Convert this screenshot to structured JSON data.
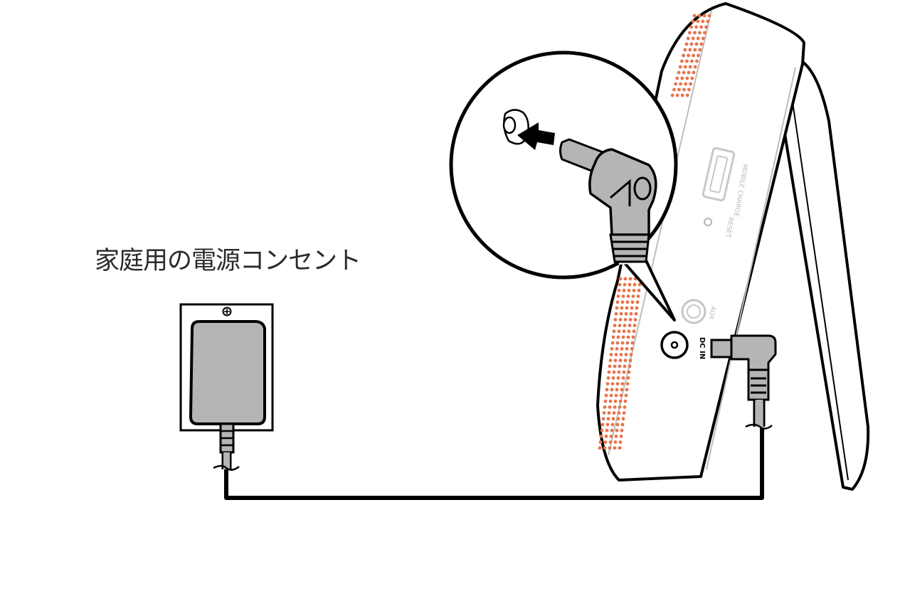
{
  "outlet_label": "家庭用の電源コンセント",
  "device_labels": {
    "usb_port": "MOBILE CHARGE",
    "reset": "RESET",
    "aux": "AUX",
    "dc_in": "DC IN"
  },
  "icons": {
    "outlet_screw": "screw-icon",
    "insert_arrow": "arrow-left-icon"
  },
  "colors": {
    "line": "#000000",
    "adapter_fill": "#b5b5b5",
    "speaker_dots": "#e8734a",
    "label_text": "#2a2a2a"
  }
}
